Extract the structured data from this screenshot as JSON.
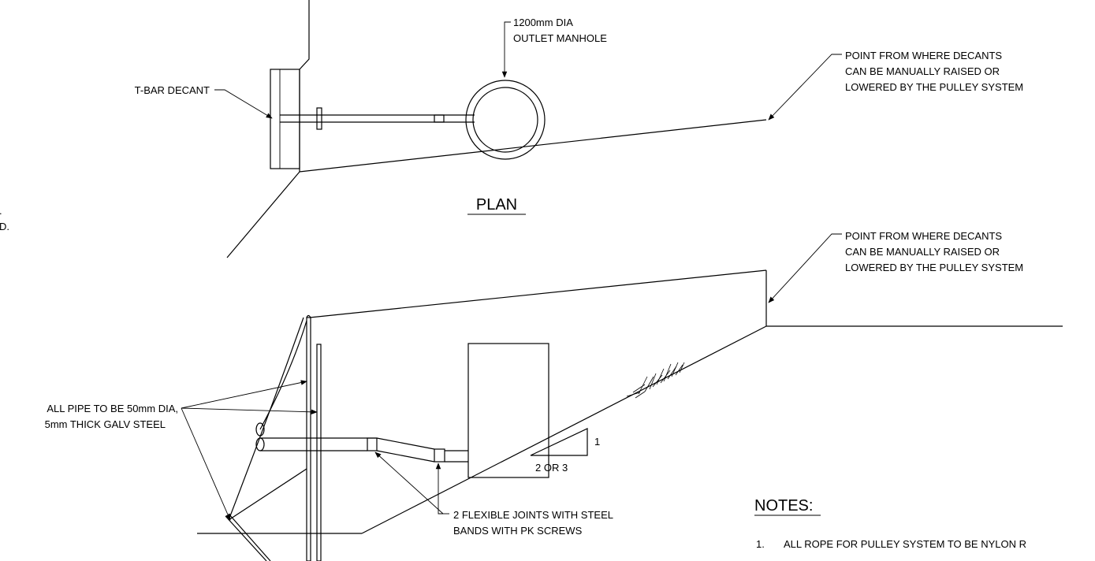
{
  "plan": {
    "title": "PLAN",
    "manhole_label_line1": "1200mm DIA",
    "manhole_label_line2": "OUTLET MANHOLE",
    "decant_label": "T-BAR DECANT",
    "pulley_line1": "POINT FROM WHERE DECANTS",
    "pulley_line2": "CAN BE MANUALLY RAISED OR",
    "pulley_line3": "LOWERED BY THE PULLEY SYSTEM",
    "cut_text_1": ".",
    "cut_text_2": "D."
  },
  "section": {
    "pulley_line1": "POINT FROM WHERE DECANTS",
    "pulley_line2": "CAN BE MANUALLY RAISED OR",
    "pulley_line3": "LOWERED BY THE PULLEY SYSTEM",
    "pipe_line1": "ALL PIPE TO BE 50mm DIA,",
    "pipe_line2": "5mm THICK GALV STEEL",
    "slope_vertical": "1",
    "slope_horizontal": "2 OR 3",
    "joints_line1": "2 FLEXIBLE JOINTS WITH STEEL",
    "joints_line2": "BANDS WITH PK SCREWS"
  },
  "notes": {
    "heading": "NOTES:",
    "item1_number": "1.",
    "item1_text": "ALL ROPE FOR PULLEY SYSTEM TO BE NYLON R"
  }
}
